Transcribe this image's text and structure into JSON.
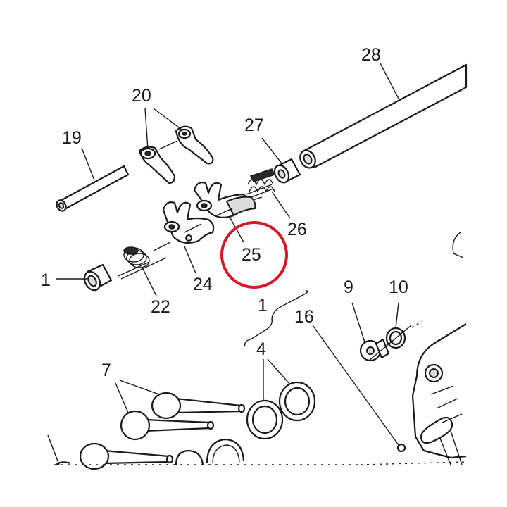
{
  "labels": {
    "p28": "28",
    "p20": "20",
    "p19": "19",
    "p27": "27",
    "p26": "26",
    "p25": "25",
    "p1_bushing": "1",
    "p24": "24",
    "p22": "22",
    "p1_group": "1",
    "p16": "16",
    "p9": "9",
    "p10": "10",
    "p4": "4",
    "p7": "7"
  },
  "colors": {
    "line": "#1a1a1a",
    "highlight": "#d21a2a",
    "background": "#ffffff"
  },
  "highlighted_part": "25"
}
